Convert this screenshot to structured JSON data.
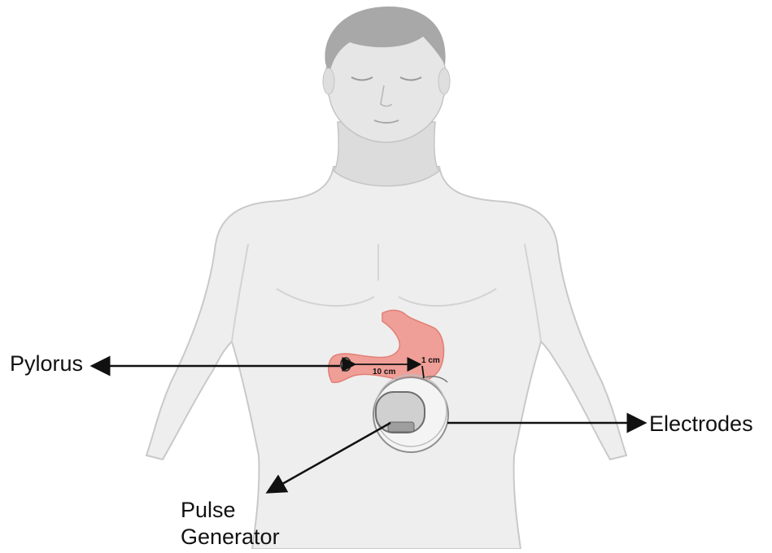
{
  "labels": {
    "pylorus": "Pylorus",
    "electrodes": "Electrodes",
    "pulse_generator_line1": "Pulse",
    "pulse_generator_line2": "Generator"
  },
  "measurements": {
    "distance_from_pylorus": "10 cm",
    "electrode_spacing": "1 cm"
  },
  "colors": {
    "skin_fill": "#ededed",
    "skin_outline": "#c9c9c9",
    "hair": "#a6a6a6",
    "stomach": "#ef9f97",
    "stomach_outline": "#e27f76",
    "device_outer": "#f2f2f2",
    "device_inner": "#c8c8c8",
    "arrow": "#111111"
  }
}
